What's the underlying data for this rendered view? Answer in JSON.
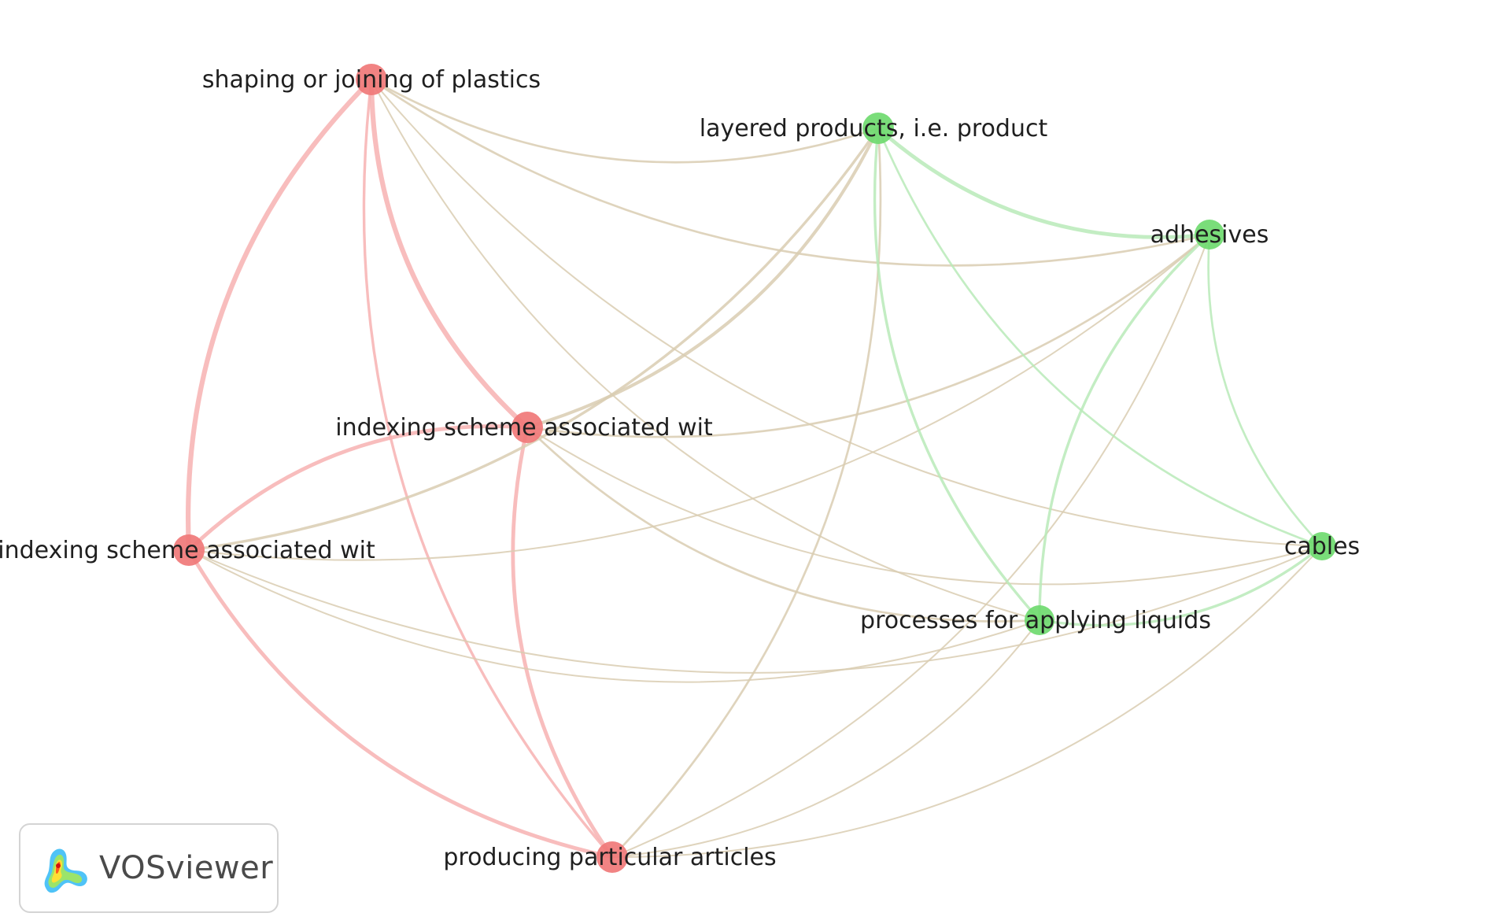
{
  "app": {
    "name": "VOSviewer",
    "logo_icon": "vosviewer-density-logo-icon"
  },
  "clusters": [
    {
      "id": 1,
      "color": "#f07878",
      "link_color": "#f7b2b2"
    },
    {
      "id": 2,
      "color": "#6fda6f",
      "link_color": "#b8eab8"
    }
  ],
  "mixed_link_color": "#d9cdb2",
  "nodes": [
    {
      "id": "n1",
      "label": "shaping or joining of plastics",
      "cluster": 1
    },
    {
      "id": "n2",
      "label": "layered products, i.e. product",
      "cluster": 2
    },
    {
      "id": "n3",
      "label": "adhesives",
      "cluster": 2
    },
    {
      "id": "n4",
      "label": "indexing scheme associated wit",
      "cluster": 1
    },
    {
      "id": "n5",
      "label": "indexing scheme associated wit",
      "cluster": 1
    },
    {
      "id": "n6",
      "label": "cables",
      "cluster": 2
    },
    {
      "id": "n7",
      "label": "processes for applying liquids",
      "cluster": 2
    },
    {
      "id": "n8",
      "label": "producing particular articles",
      "cluster": 1
    }
  ],
  "links": [
    {
      "source": "n1",
      "target": "n5",
      "strength": 4
    },
    {
      "source": "n1",
      "target": "n4",
      "strength": 4
    },
    {
      "source": "n1",
      "target": "n8",
      "strength": 2
    },
    {
      "source": "n1",
      "target": "n2",
      "strength": 1.5
    },
    {
      "source": "n1",
      "target": "n3",
      "strength": 1.5
    },
    {
      "source": "n1",
      "target": "n7",
      "strength": 1
    },
    {
      "source": "n1",
      "target": "n6",
      "strength": 1
    },
    {
      "source": "n4",
      "target": "n5",
      "strength": 3
    },
    {
      "source": "n4",
      "target": "n8",
      "strength": 3
    },
    {
      "source": "n4",
      "target": "n2",
      "strength": 2.5
    },
    {
      "source": "n4",
      "target": "n3",
      "strength": 1.5
    },
    {
      "source": "n4",
      "target": "n7",
      "strength": 1.5
    },
    {
      "source": "n4",
      "target": "n6",
      "strength": 1
    },
    {
      "source": "n5",
      "target": "n8",
      "strength": 3
    },
    {
      "source": "n5",
      "target": "n2",
      "strength": 2
    },
    {
      "source": "n5",
      "target": "n3",
      "strength": 1
    },
    {
      "source": "n5",
      "target": "n7",
      "strength": 1
    },
    {
      "source": "n5",
      "target": "n6",
      "strength": 1
    },
    {
      "source": "n8",
      "target": "n2",
      "strength": 1.5
    },
    {
      "source": "n8",
      "target": "n3",
      "strength": 1
    },
    {
      "source": "n8",
      "target": "n7",
      "strength": 1
    },
    {
      "source": "n8",
      "target": "n6",
      "strength": 1
    },
    {
      "source": "n2",
      "target": "n3",
      "strength": 3
    },
    {
      "source": "n2",
      "target": "n7",
      "strength": 2
    },
    {
      "source": "n2",
      "target": "n6",
      "strength": 1.5
    },
    {
      "source": "n3",
      "target": "n7",
      "strength": 2
    },
    {
      "source": "n3",
      "target": "n6",
      "strength": 1.5
    },
    {
      "source": "n7",
      "target": "n6",
      "strength": 2
    }
  ]
}
